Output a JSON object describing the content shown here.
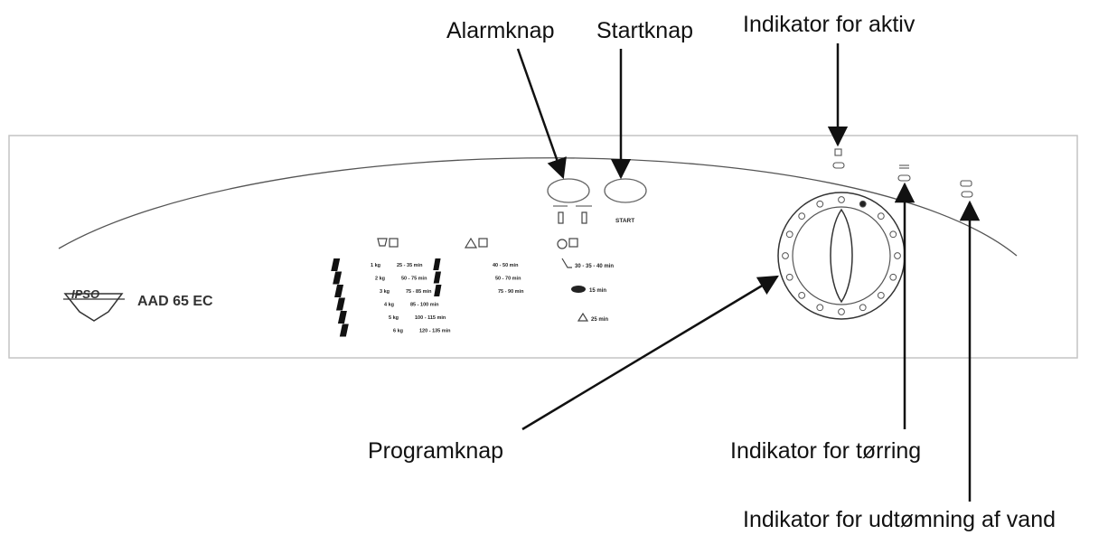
{
  "callouts": {
    "alarm_button": "Alarmknap",
    "start_button": "Startknap",
    "active_indicator": "Indikator for aktiv",
    "program_dial": "Programknap",
    "drying_indicator": "Indikator for tørring",
    "drain_indicator": "Indikator for udtømning af vand"
  },
  "panel": {
    "brand": "IPSO",
    "model": "AAD 65 EC",
    "start_text": "START"
  },
  "program_table": {
    "weights": [
      "1 kg",
      "2 kg",
      "3 kg",
      "4 kg",
      "5 kg",
      "6 kg"
    ],
    "col1_times": [
      "25 - 35 min",
      "50 - 75 min",
      "75 - 85 min",
      "85 - 100 min",
      "100 - 115 min",
      "120 - 135 min"
    ],
    "col2_times": [
      "40 - 50 min",
      "50 - 70 min",
      "75 - 90 min"
    ],
    "col3": [
      "30 - 35 - 40 min",
      "15 min",
      "25 min"
    ]
  },
  "colors": {
    "line": "#222222",
    "panel_border": "#bdbdbd",
    "bar": "#111111"
  }
}
